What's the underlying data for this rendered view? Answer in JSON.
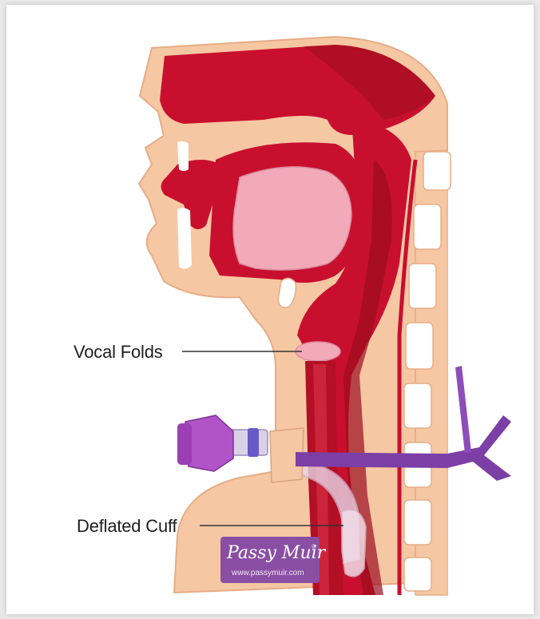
{
  "labels": {
    "vocal_folds": "Vocal Folds",
    "deflated_cuff": "Deflated Cuff"
  },
  "brand": {
    "name": "Passy Muir",
    "trademark": "®",
    "url": "www.passymuir.com"
  },
  "colors": {
    "skin": "#f6c7a3",
    "tissue_red": "#c8102e",
    "tissue_dark": "#9b0d1e",
    "tongue_pink": "#f2a9b8",
    "bone": "#ffffff",
    "purple_ribbon": "#7b3fa6",
    "hub_purple": "#b154c8",
    "brand_purple": "#8a4fa3"
  }
}
